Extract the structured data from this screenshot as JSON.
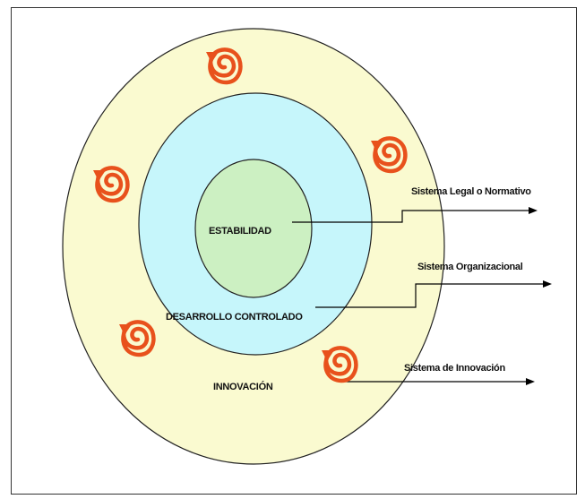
{
  "rings": {
    "inner": {
      "label": "ESTABILIDAD",
      "color": "#ccf0c2"
    },
    "middle": {
      "label": "DESARROLLO CONTROLADO",
      "color": "#c6f6fb"
    },
    "outer": {
      "label": "INNOVACIÓN",
      "color": "#fafad0"
    }
  },
  "systems": {
    "legal": "Sistema Legal o Normativo",
    "organizational": "Sistema Organizacional",
    "innovation": "Sistema de Innovación"
  },
  "colors": {
    "spiral": "#e8511c",
    "ring_stroke": "#222222",
    "connector": "#000000"
  },
  "icons": [
    "spiral-icon"
  ]
}
